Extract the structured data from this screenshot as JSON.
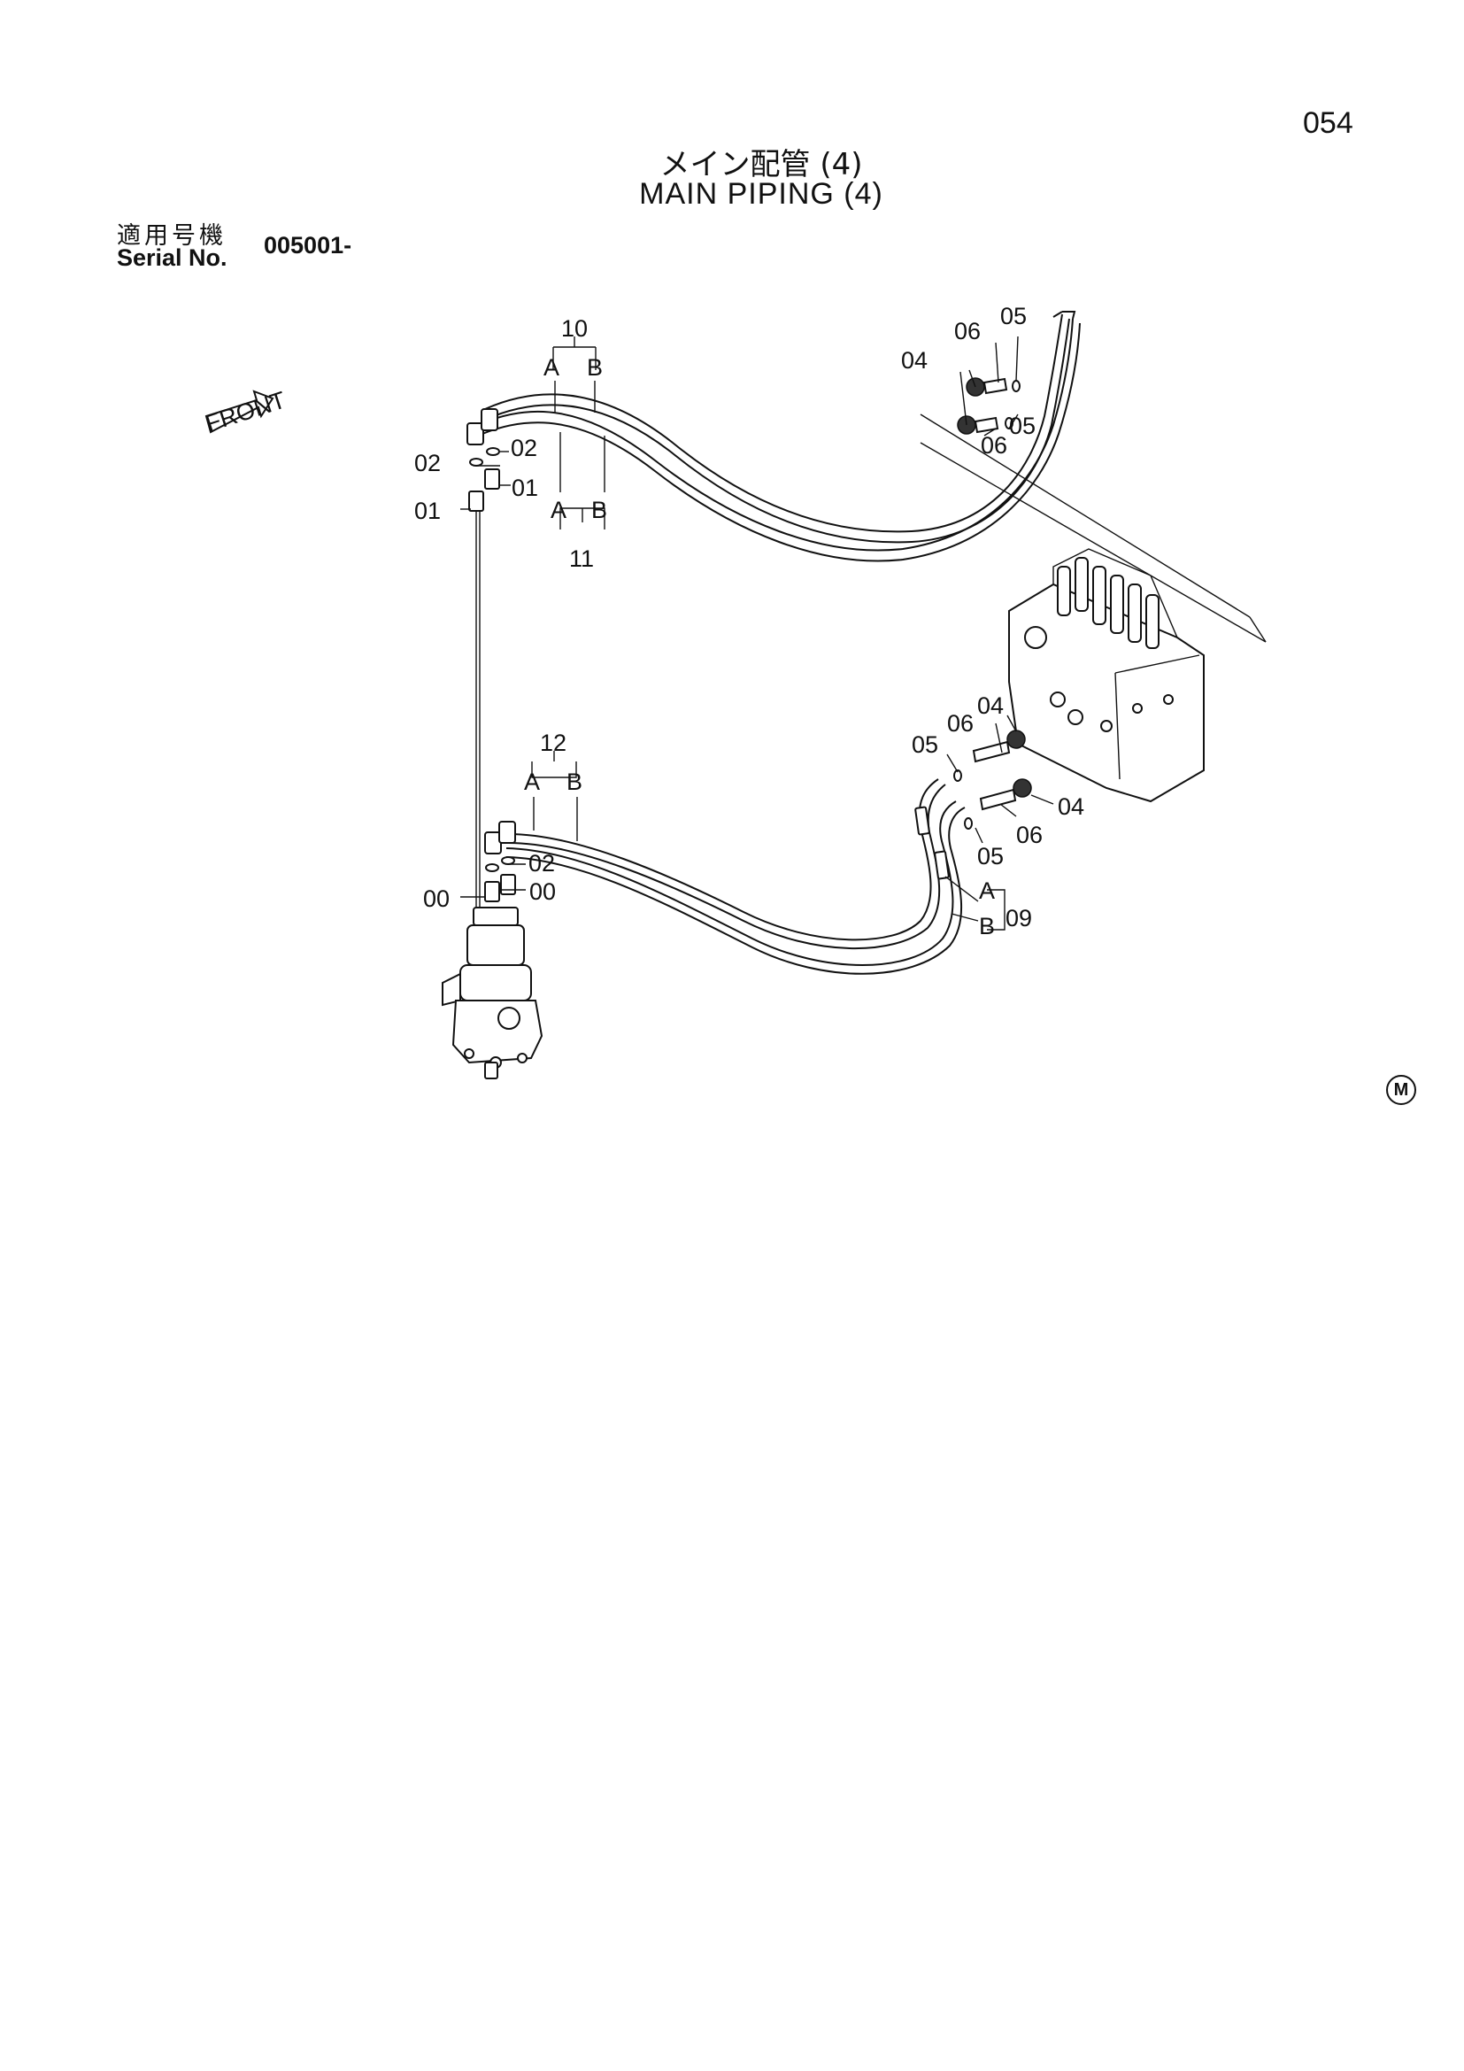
{
  "page_number": "054",
  "title": {
    "jp": "メイン配管 (4)",
    "en": "MAIN PIPING (4)"
  },
  "serial": {
    "label_jp": "適用号機",
    "label_en": "Serial No.",
    "value": "005001-"
  },
  "front_arrow_text": "FRONT",
  "mark": "M",
  "labels": {
    "group_10": "10",
    "group_11": "11",
    "group_12": "12",
    "group_09": "09",
    "a": "A",
    "b": "B",
    "part_00": "00",
    "part_01": "01",
    "part_02": "02",
    "part_04": "04",
    "part_05": "05",
    "part_06": "06"
  }
}
